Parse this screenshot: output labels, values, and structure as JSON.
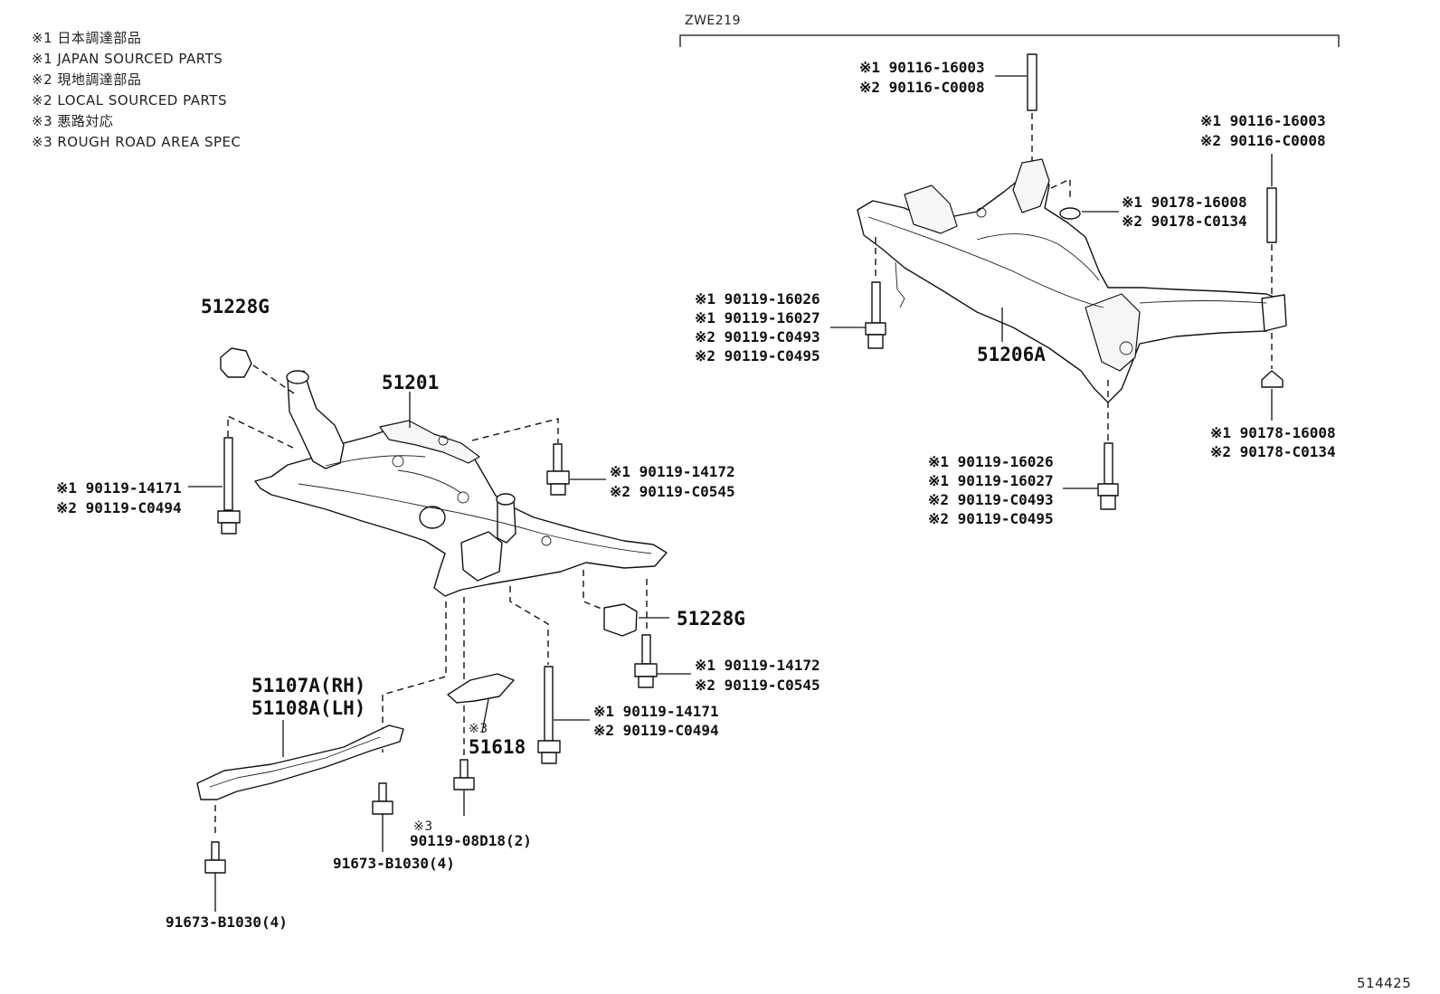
{
  "legend": [
    "※1 日本調達部品",
    "※1 JAPAN SOURCED PARTS",
    "※2 現地調達部品",
    "※2 LOCAL SOURCED PARTS",
    "※3 悪路対応",
    "※3 ROUGH ROAD AREA SPEC"
  ],
  "model_code": "ZWE219",
  "diagram_id": "514425",
  "front": {
    "crossmember": "51201",
    "bushing_stopper_top": "51228G",
    "bushing_stopper_right": "51228G",
    "brace": [
      "51107A(RH)",
      "51108A(LH)"
    ],
    "skid_plate_note": "※3",
    "skid_plate": "51618",
    "bolt_left": [
      "※1 90119-14171",
      "※2 90119-C0494"
    ],
    "bolt_rear_top": [
      "※1 90119-14172",
      "※2 90119-C0545"
    ],
    "bolt_rear_mid": [
      "※1 90119-14172",
      "※2 90119-C0545"
    ],
    "bolt_front_mid": [
      "※1 90119-14171",
      "※2 90119-C0494"
    ],
    "skid_bolt_note": "※3",
    "skid_bolt": "90119-08D18(2)",
    "brace_bolt_right": "91673-B1030(4)",
    "brace_bolt_left": "91673-B1030(4)"
  },
  "rear": {
    "crossmember": "51206A",
    "stud_top": [
      "※1 90116-16003",
      "※2 90116-C0008"
    ],
    "stud_right": [
      "※1 90116-16003",
      "※2 90116-C0008"
    ],
    "washer_top": [
      "※1 90178-16008",
      "※2 90178-C0134"
    ],
    "washer_bottom": [
      "※1 90178-16008",
      "※2 90178-C0134"
    ],
    "bolt_left": [
      "※1 90119-16026",
      "※1 90119-16027",
      "※2 90119-C0493",
      "※2 90119-C0495"
    ],
    "bolt_bottom": [
      "※1 90119-16026",
      "※1 90119-16027",
      "※2 90119-C0493",
      "※2 90119-C0495"
    ]
  }
}
